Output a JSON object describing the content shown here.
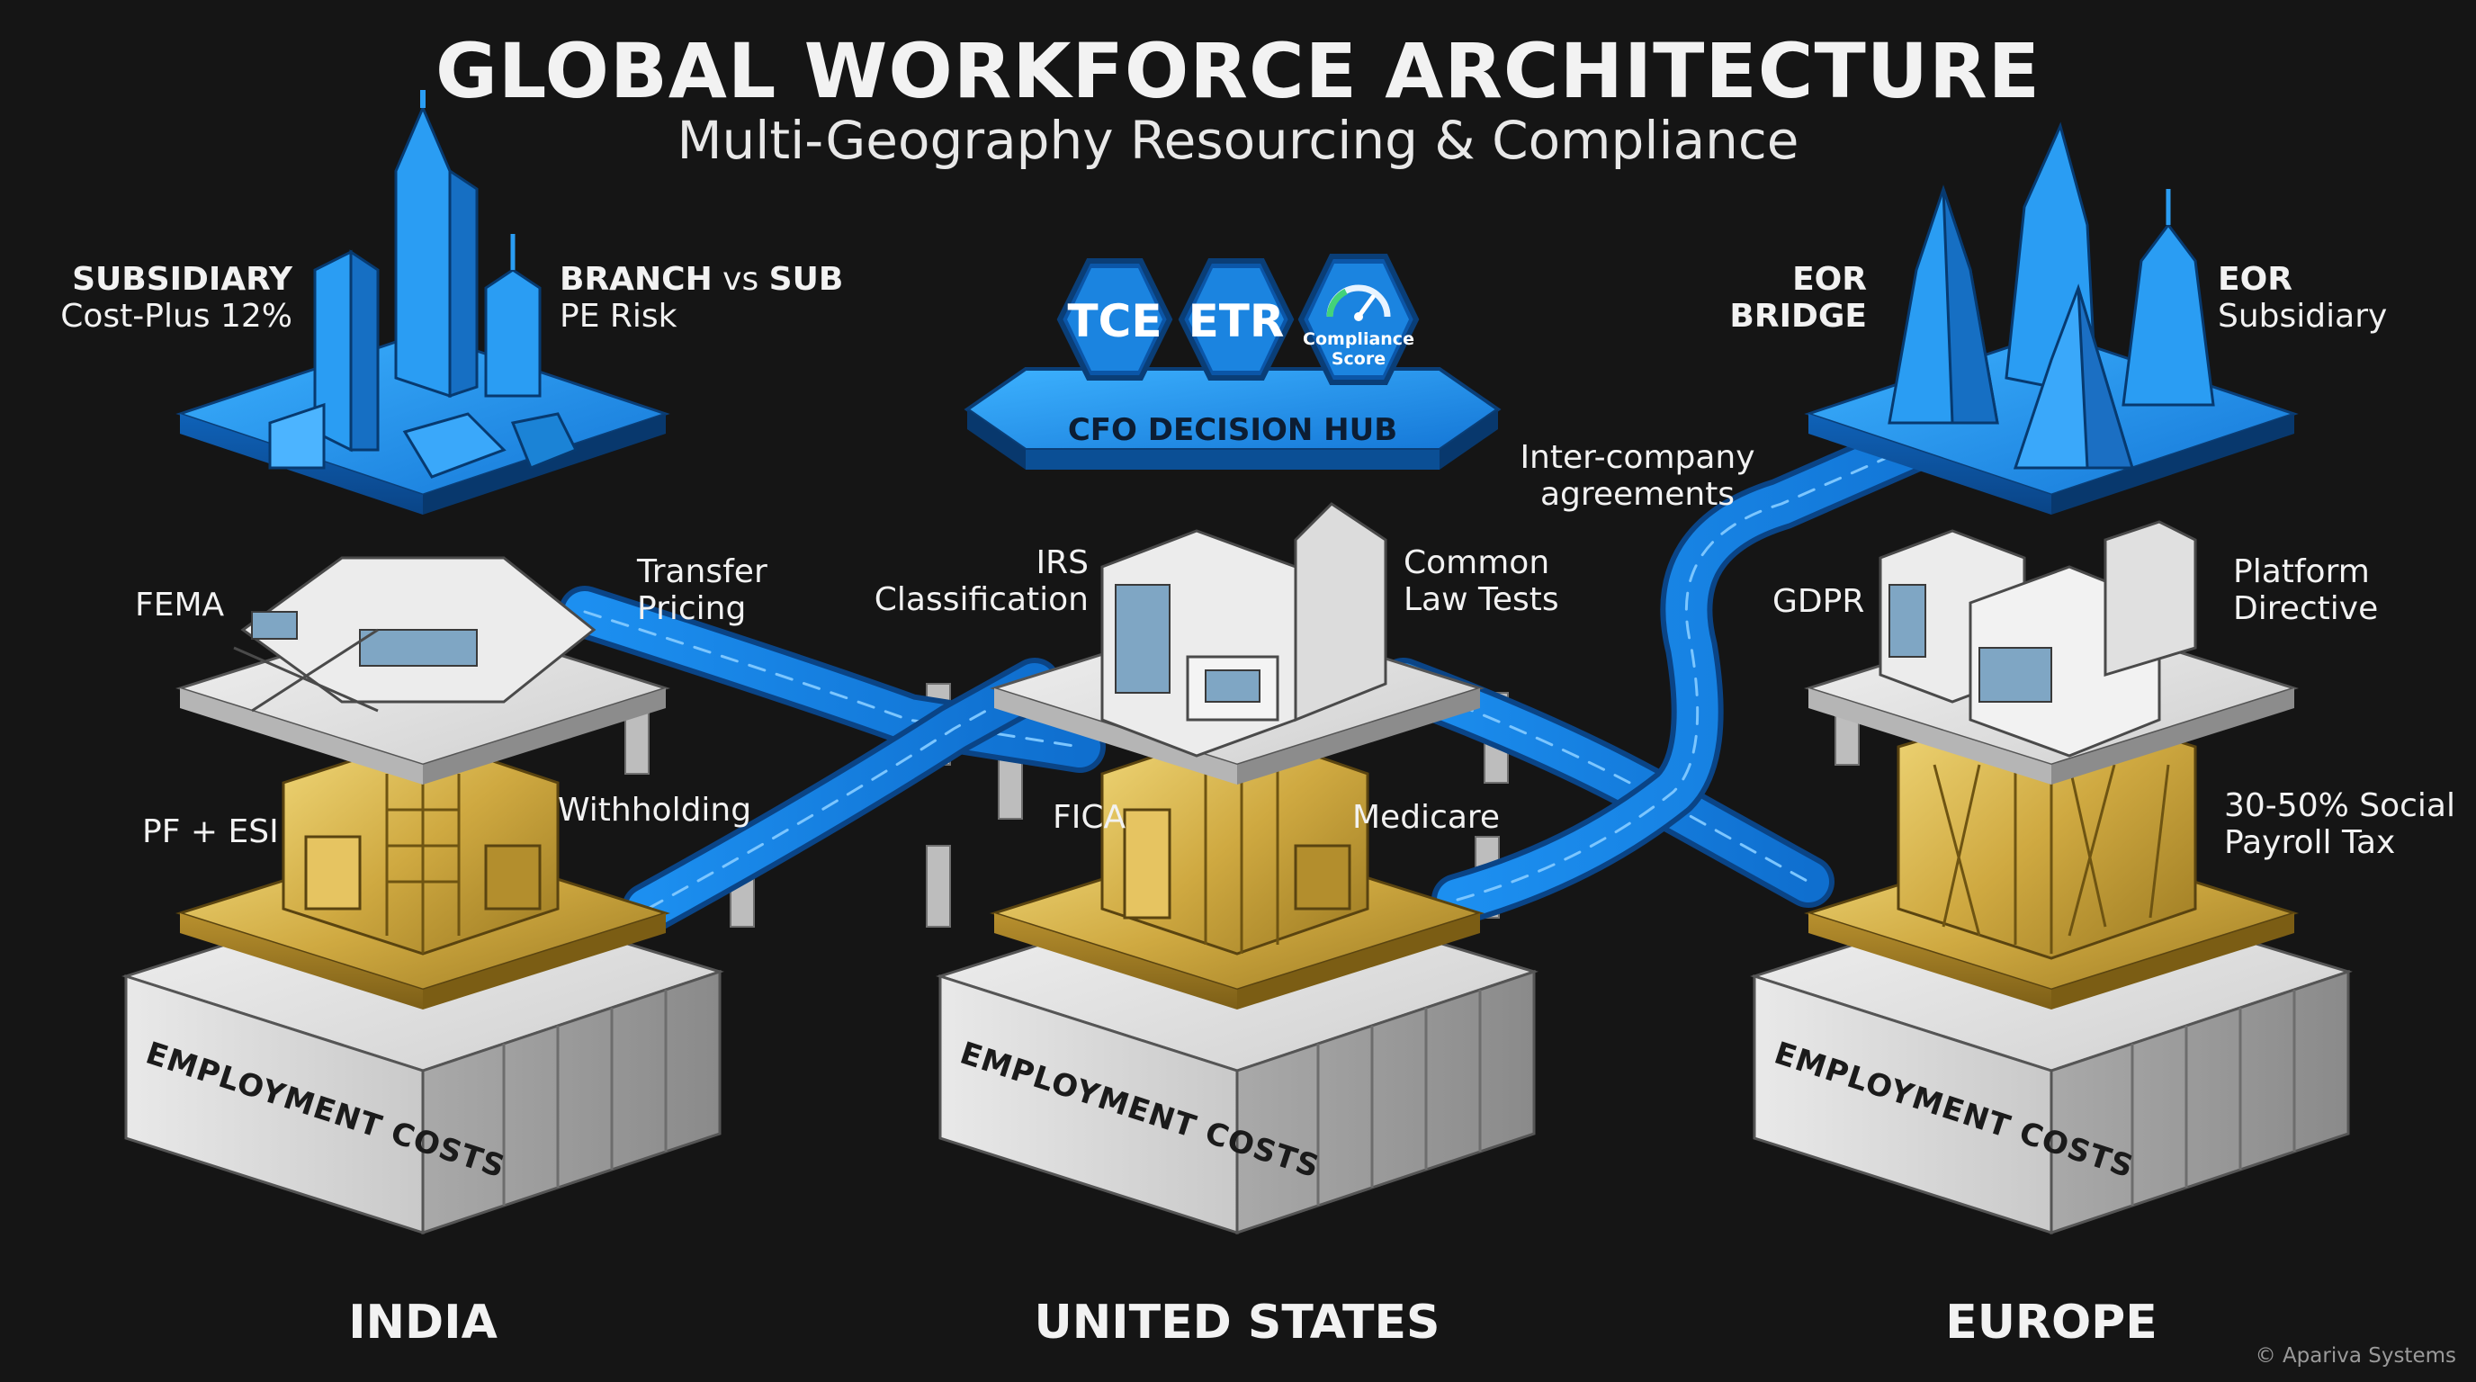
{
  "header": {
    "title": "GLOBAL WORKFORCE ARCHITECTURE",
    "subtitle": "Multi-Geography Resourcing & Compliance"
  },
  "colors": {
    "background": "#151515",
    "blue": "#1e90e8",
    "blue_dark": "#0b4f95",
    "gold": "#c9a53c",
    "concrete": "#d6d6d6"
  },
  "hub": {
    "badges": [
      "TCE",
      "ETR"
    ],
    "gauge_label_line1": "Compliance",
    "gauge_label_line2": "Score",
    "name": "CFO DECISION HUB",
    "icon": "gauge-icon"
  },
  "india": {
    "region": "INDIA",
    "top_left_bold": "SUBSIDIARY",
    "top_left_sub": "Cost-Plus 12%",
    "top_right_bold": "BRANCH",
    "top_right_vs": " vs ",
    "top_right_bold2": "SUB",
    "top_right_sub": "PE Risk",
    "mid_left": "FEMA",
    "mid_right_1": "Transfer",
    "mid_right_2": "Pricing",
    "low_left": "PF + ESI",
    "low_right": "Withholding",
    "base": "EMPLOYMENT COSTS"
  },
  "us": {
    "region": "UNITED STATES",
    "mid_left_1": "IRS",
    "mid_left_2": "Classification",
    "mid_right_1": "Common",
    "mid_right_2": "Law Tests",
    "low_left": "FICA",
    "low_right": "Medicare",
    "base": "EMPLOYMENT COSTS"
  },
  "europe": {
    "region": "EUROPE",
    "top_left_1": "EOR",
    "top_left_2": "BRIDGE",
    "top_right_1": "EOR",
    "top_right_2": "Subsidiary",
    "mid_left": "GDPR",
    "mid_right_1": "Platform",
    "mid_right_2": "Directive",
    "low_right_1": "30-50% Social",
    "low_right_2": "Payroll Tax",
    "base": "EMPLOYMENT COSTS"
  },
  "connectors": {
    "intercompany_1": "Inter-company",
    "intercompany_2": "agreements"
  },
  "footer": {
    "copyright": "© Apariva Systems"
  }
}
